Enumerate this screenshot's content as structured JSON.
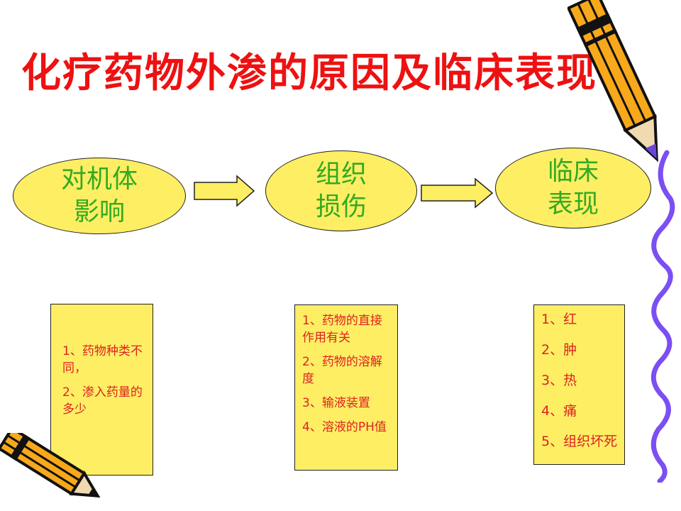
{
  "title": "化疗药物外渗的原因及临床表现",
  "ellipses": [
    {
      "line1": "对机体",
      "line2": "影响"
    },
    {
      "line1": "组织",
      "line2": "损伤"
    },
    {
      "line1": "临床",
      "line2": "表现"
    }
  ],
  "boxes": [
    {
      "items": [
        "1、药物种类不同，",
        "2、渗入药量的多少"
      ]
    },
    {
      "items": [
        "1、药物的直接作用有关",
        "2、药物的溶解度",
        "3、输液装置",
        "4、溶液的PH值"
      ]
    },
    {
      "items": [
        "1、红",
        "2、肿",
        "3、热",
        "4、痛",
        "5、组织坏死"
      ]
    }
  ],
  "colors": {
    "title": "#ee1111",
    "ellipse_fill": "#fdee64",
    "ellipse_text": "#33aa22",
    "box_text": "#dd2222"
  },
  "icons": {
    "top_right": "pencil-icon",
    "bottom_left": "pencil-icon",
    "right_edge": "squiggle-line"
  }
}
